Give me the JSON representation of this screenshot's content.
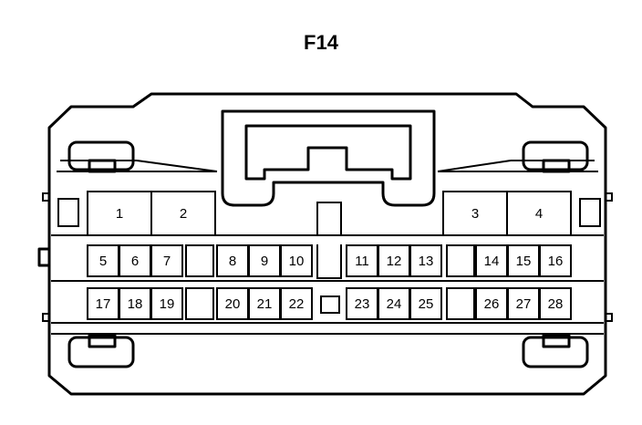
{
  "connector": {
    "name": "F14"
  },
  "big_pins": [
    "1",
    "2",
    "3",
    "4"
  ],
  "row1_pins": [
    "5",
    "6",
    "7",
    "8",
    "9",
    "10",
    "11",
    "12",
    "13",
    "14",
    "15",
    "16"
  ],
  "row2_pins": [
    "17",
    "18",
    "19",
    "20",
    "21",
    "22",
    "23",
    "24",
    "25",
    "26",
    "27",
    "28"
  ]
}
